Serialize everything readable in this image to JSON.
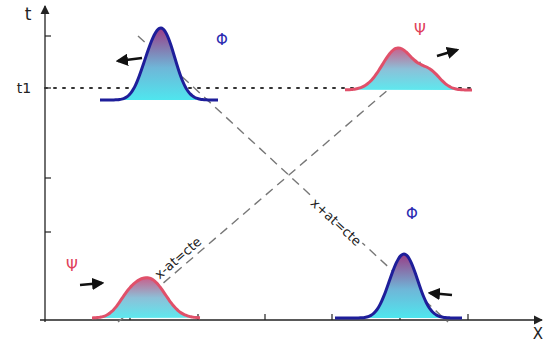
{
  "diagram": {
    "labels": [
      "t",
      "Φ",
      "Ψ",
      "t1",
      "x-at=cte",
      "x+at=cte",
      "Ψ",
      "Φ",
      "X"
    ]
  }
}
